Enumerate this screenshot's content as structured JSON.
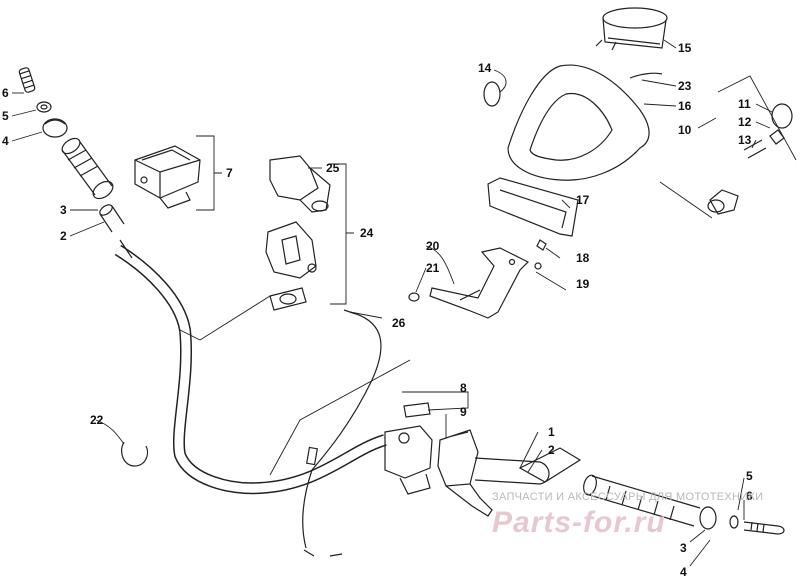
{
  "callouts": [
    "1",
    "2",
    "3",
    "4",
    "5",
    "6",
    "7",
    "8",
    "9",
    "10",
    "11",
    "12",
    "13",
    "14",
    "15",
    "16",
    "17",
    "18",
    "19",
    "20",
    "21",
    "22",
    "23",
    "24",
    "25",
    "26"
  ],
  "watermark": {
    "caption": "ЗАПЧАСТИ И АКСЕССУАРЫ ДЛЯ МОТОТЕХНИКИ",
    "logo": "Parts-for.ru"
  },
  "colors": {
    "line": "#222222",
    "watermark": "#e8c8d0"
  }
}
